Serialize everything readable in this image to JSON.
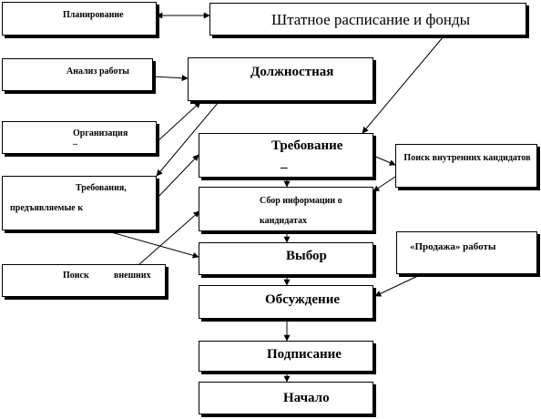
{
  "diagram": {
    "nodes": {
      "planning": "Планирование",
      "staffing": "Штатное   расписание   и   фонды",
      "job_analysis": "Анализ работы",
      "job_description": "Должностная",
      "organization": "Организация",
      "organization_mark": "–",
      "requirements_left_1": "Требования,",
      "requirements_left_2": "предъявляемые к",
      "requirement_main": "Требование",
      "requirement_mark": "–",
      "internal_search": "Поиск внутренних кандидатов",
      "info_gathering_1": "Сбор информации о",
      "info_gathering_2": "кандидатах",
      "choice": "Выбор",
      "selling": "«Продажа»  работы",
      "external_search_1": "Поиск",
      "external_search_2": "внешних",
      "discussion": "Обсуждение",
      "signing": "Подписание",
      "start": "Начало"
    }
  }
}
